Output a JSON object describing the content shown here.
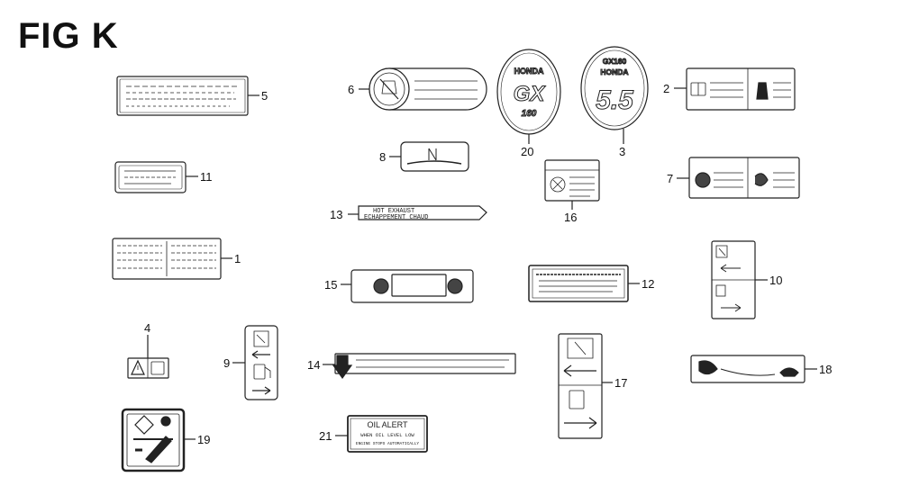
{
  "figure": {
    "title": "FIG K"
  },
  "parts": {
    "p1": "1",
    "p2": "2",
    "p3": "3",
    "p4": "4",
    "p5": "5",
    "p6": "6",
    "p7": "7",
    "p8": "8",
    "p9": "9",
    "p10": "10",
    "p11": "11",
    "p12": "12",
    "p13": "13",
    "p14": "14",
    "p15": "15",
    "p16": "16",
    "p17": "17",
    "p18": "18",
    "p19": "19",
    "p20": "20",
    "p21": "21"
  },
  "labels": {
    "exhaust_line1": "HOT EXHAUST",
    "exhaust_line2": "ECHAPPEMENT CHAUD",
    "oil_alert_title": "OIL ALERT",
    "oil_alert_line1": "WHEN OIL LEVEL LOW",
    "oil_alert_line2": "ENGINE STOPS AUTOMATICALLY",
    "emblem20_brand": "HONDA",
    "emblem20_model": "GX",
    "emblem20_size": "160",
    "emblem3_top": "GX160",
    "emblem3_brand": "HONDA",
    "emblem3_hp": "5.5"
  }
}
